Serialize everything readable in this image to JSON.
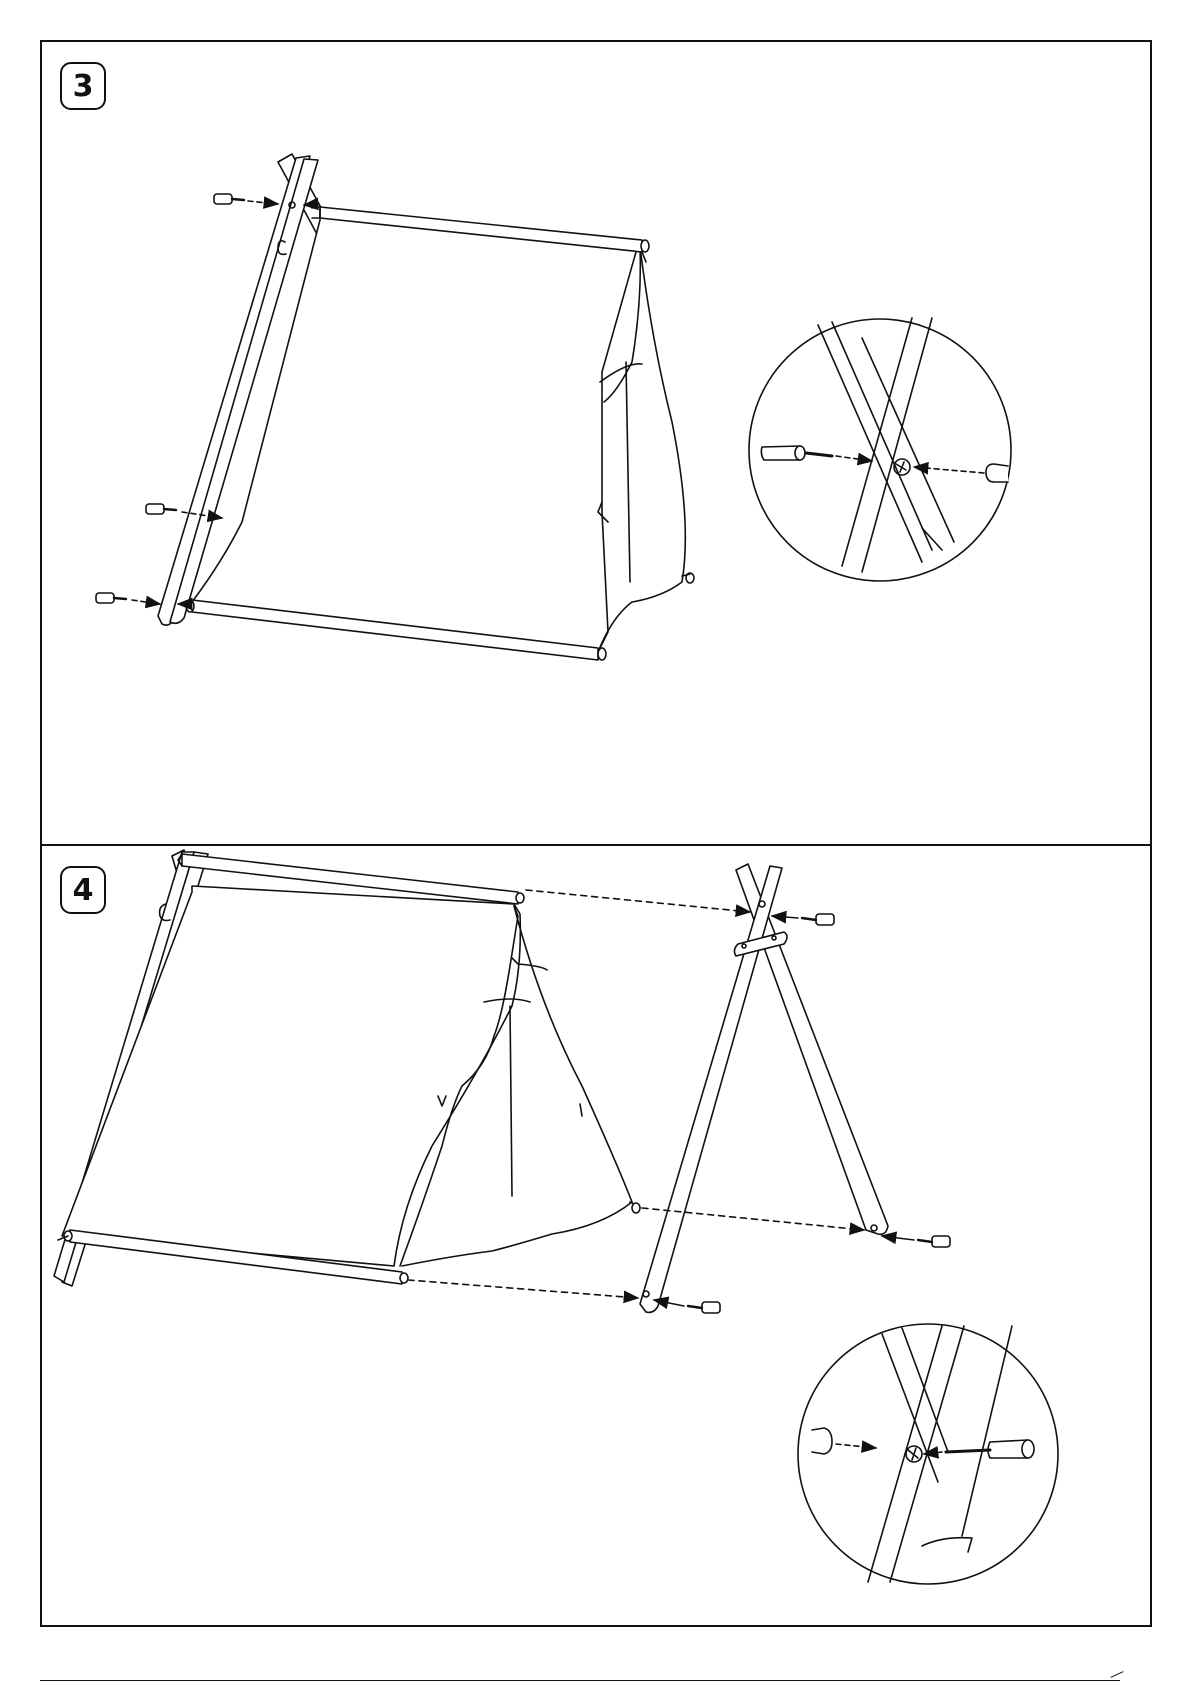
{
  "steps": [
    {
      "number": "3"
    },
    {
      "number": "4"
    }
  ],
  "icons": {
    "arrow": "arrowhead",
    "bolt": "bolt-with-cap",
    "detail": "magnified-detail-circle"
  }
}
